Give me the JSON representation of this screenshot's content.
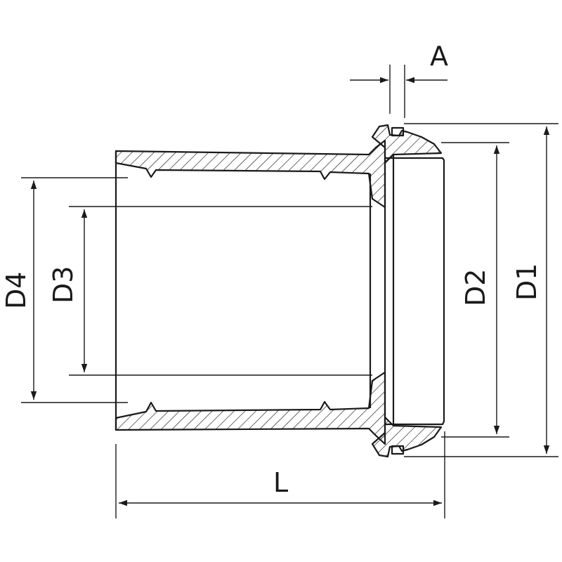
{
  "labels": {
    "A": "A",
    "L": "L",
    "D1": "D1",
    "D2": "D2",
    "D3": "D3",
    "D4": "D4"
  },
  "colors": {
    "line": "#1a1a1a",
    "background": "#ffffff"
  }
}
